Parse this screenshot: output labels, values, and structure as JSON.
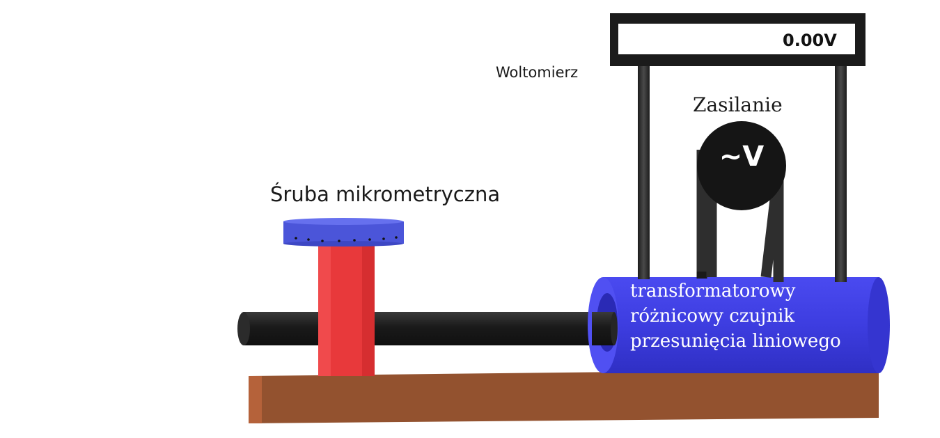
{
  "labels": {
    "voltmeter": "Woltomierz",
    "micrometer_screw": "Śruba mikrometryczna",
    "power_supply": "Zasilanie",
    "power_symbol": "~V",
    "lvdt_line1": "transformatorowy",
    "lvdt_line2": "różnicowy czujnik",
    "lvdt_line3": "przesunięcia liniowego"
  },
  "voltmeter_display": {
    "value": "0.00V"
  },
  "colors": {
    "base": "#93522f",
    "micrometer_body": "#e8393b",
    "micrometer_cap": "#4b55d9",
    "rod": "#1f1f1f",
    "transformer_body": "#3f3fe0",
    "voltmeter_frame": "#1b1b1b",
    "power_supply": "#151515"
  }
}
